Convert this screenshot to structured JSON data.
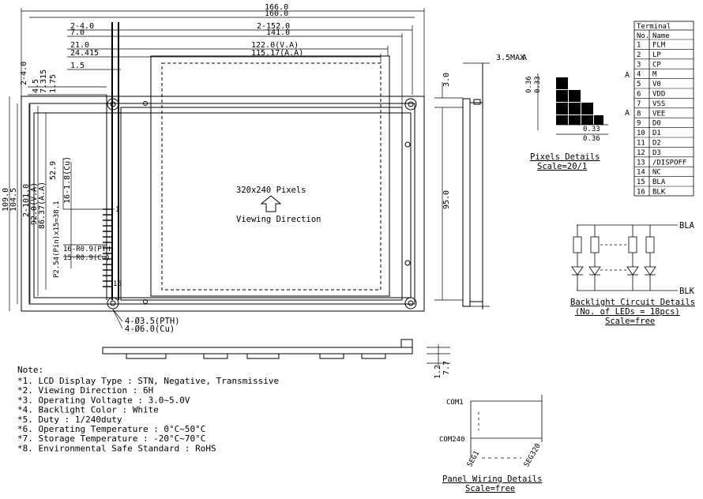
{
  "dims_top": {
    "d166": "166.0",
    "d160": "160.0",
    "d2_4": "2-4.0",
    "d7": "7.0",
    "d2_152": "2-152.0",
    "d141": "141.0",
    "d21": "21.0",
    "d122": "122.0(V.A)",
    "d24415": "24.415",
    "d11517": "115.17(A.A)",
    "d15": "1.5"
  },
  "dims_left": {
    "d2_4v": "2-4.0",
    "d45": "4.5",
    "d7315": "7.315",
    "d175": "1.75",
    "d109": "109.0",
    "d1045": "104.5",
    "d2_101": "2-101.0",
    "d92": "92.0(V.A)",
    "d8637": "86.37(A.A)",
    "d529": "52.9",
    "d16_18": "16-1.8(Cu)",
    "d254": "P2.54(Pin)x15=38.1",
    "d16_rpth": "16-R0.9(PTH)",
    "d15_r09": "15-R0.9(Cu)"
  },
  "dims_right": {
    "d35max": "3.5MAX",
    "d30": "3.0",
    "d95": "95.0",
    "d12": "1.2",
    "d77": "7.7"
  },
  "holes": {
    "pth": "4-Ø3.5(PTH)",
    "cu": "4-Ø6.0(Cu)"
  },
  "pins": {
    "first": "1",
    "last": "16"
  },
  "main_text": {
    "pixels": "320x240 Pixels",
    "viewing": "Viewing Direction"
  },
  "mark": "A",
  "pixel_details": {
    "d036": "0.36",
    "d033": "0.33",
    "d033b": "0.33",
    "d036b": "0.36",
    "title": "Pixels Details",
    "scale": "Scale=20/1"
  },
  "terminal": {
    "title": "Terminal",
    "h_no": "No.",
    "h_name": "Name",
    "rows": [
      {
        "no": "1",
        "name": "FLM"
      },
      {
        "no": "2",
        "name": "LP"
      },
      {
        "no": "3",
        "name": "CP"
      },
      {
        "no": "4",
        "name": "M"
      },
      {
        "no": "5",
        "name": "V0"
      },
      {
        "no": "6",
        "name": "VDD"
      },
      {
        "no": "7",
        "name": "VSS"
      },
      {
        "no": "8",
        "name": "VEE"
      },
      {
        "no": "9",
        "name": "D0"
      },
      {
        "no": "10",
        "name": "D1"
      },
      {
        "no": "11",
        "name": "D2"
      },
      {
        "no": "12",
        "name": "D3"
      },
      {
        "no": "13",
        "name": "/DISPOFF"
      },
      {
        "no": "14",
        "name": "NC"
      },
      {
        "no": "15",
        "name": "BLA"
      },
      {
        "no": "16",
        "name": "BLK"
      }
    ]
  },
  "backlight": {
    "bla": "BLA",
    "blk": "BLK",
    "title": "Backlight Circuit Details",
    "sub": "(No. of LEDs = 18pcs)",
    "scale": "Scale=free"
  },
  "notes": {
    "title": "Note:",
    "items": [
      "*1. LCD Display Type : STN, Negative, Transmissive",
      "*2. Viewing Direction : 6H",
      "*3. Operating Voltagte : 3.0~5.0V",
      "*4. Backlight Color : White",
      "*5. Duty : 1/240duty",
      "*6. Operating Temperature : 0°C~50°C",
      "*7. Storage Temperature : -20°C~70°C",
      "*8. Environmental Safe Standard : RoHS"
    ]
  },
  "wiring": {
    "com1": "COM1",
    "com240": "COM240",
    "seg1": "SEG1",
    "seg320": "SEG320",
    "title": "Panel Wiring Details",
    "scale": "Scale=free"
  }
}
